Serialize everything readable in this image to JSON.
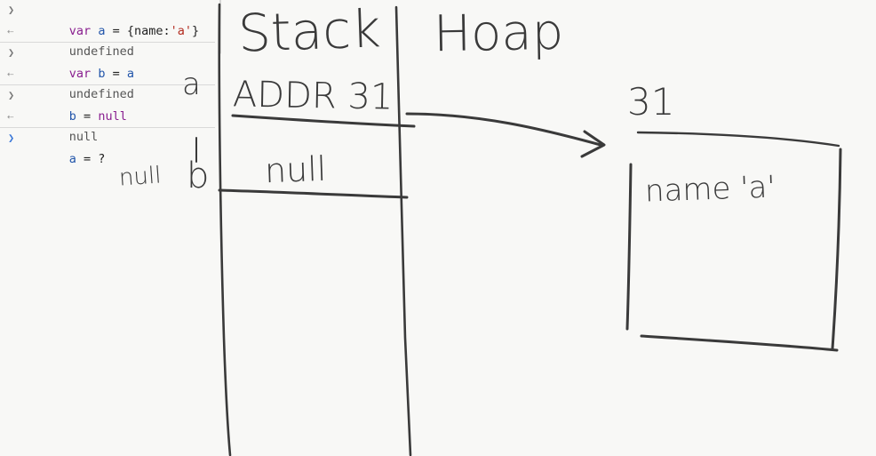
{
  "console": {
    "lines": [
      {
        "type": "input",
        "parts": [
          "var",
          " ",
          "a",
          " = {name:",
          "'a'",
          "}"
        ]
      },
      {
        "type": "output",
        "text": "undefined"
      },
      {
        "type": "input",
        "parts": [
          "var",
          " ",
          "b",
          " = ",
          "a",
          "",
          ""
        ]
      },
      {
        "type": "output",
        "text": "undefined"
      },
      {
        "type": "input",
        "parts": [
          "",
          "",
          "b",
          " = ",
          "null",
          "",
          ""
        ]
      },
      {
        "type": "output",
        "text": "null"
      },
      {
        "type": "input",
        "parts": [
          "",
          "",
          "a",
          " = ?",
          "",
          "",
          ""
        ]
      }
    ]
  },
  "diagram": {
    "stack_title": "Stack",
    "heap_title": "Hoap",
    "var_a_label": "a",
    "var_b_label": "b",
    "var_b_note": "null",
    "stack_cell_a": "ADDR 31",
    "stack_cell_b": "null",
    "heap_address": "31",
    "heap_object_content": "name 'a'"
  },
  "colors": {
    "ink": "#3a3a3a",
    "keyword": "#8a2090",
    "identifier": "#2255aa",
    "string": "#b22b1f",
    "prompt_active": "#3b78d8"
  }
}
